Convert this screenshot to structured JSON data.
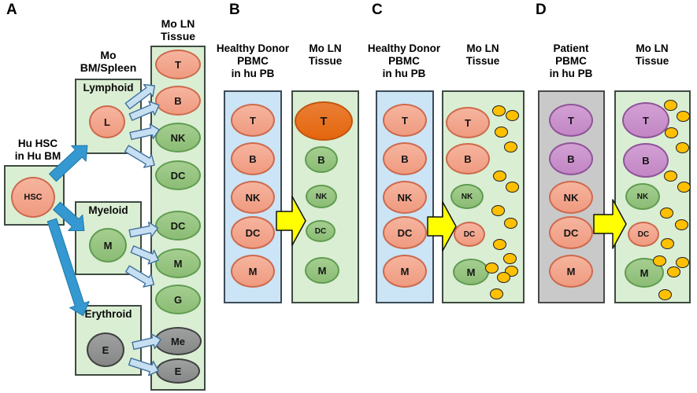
{
  "figure": {
    "panelA": {
      "label": "A",
      "source_caption": [
        "Hu HSC",
        "in Hu BM"
      ],
      "source_cell": "HSC",
      "progenitor_header": [
        "Mo",
        "BM/Spleen"
      ],
      "lymphoid_title": "Lymphoid",
      "lymphoid_cell": "L",
      "myeloid_title": "Myeloid",
      "myeloid_cell": "M",
      "erythroid_title": "Erythroid",
      "erythroid_cell": "E",
      "tissue_header": [
        "Mo LN",
        "Tissue"
      ],
      "tissue_cells": [
        "T",
        "B",
        "NK",
        "DC",
        "DC",
        "M",
        "G",
        "Me",
        "E"
      ]
    },
    "panelB": {
      "label": "B",
      "left_header": [
        "Healthy Donor",
        "PBMC",
        "in hu PB"
      ],
      "right_header": [
        "Mo LN",
        "Tissue"
      ],
      "left_cells": [
        "T",
        "B",
        "NK",
        "DC",
        "M"
      ],
      "right_cells": [
        "T",
        "B",
        "NK",
        "DC",
        "M"
      ]
    },
    "panelC": {
      "label": "C",
      "left_header": [
        "Healthy Donor",
        "PBMC",
        "in hu PB"
      ],
      "right_header": [
        "Mo LN",
        "Tissue"
      ],
      "left_cells": [
        "T",
        "B",
        "NK",
        "DC",
        "M"
      ],
      "right_cells": [
        "T",
        "B",
        "NK",
        "DC",
        "M"
      ]
    },
    "panelD": {
      "label": "D",
      "left_header": [
        "Patient",
        "PBMC",
        "in hu PB"
      ],
      "right_header": [
        "Mo LN",
        "Tissue"
      ],
      "left_cells": [
        "T",
        "B",
        "NK",
        "DC",
        "M"
      ],
      "right_cells": [
        "T",
        "B",
        "NK",
        "DC",
        "M"
      ]
    },
    "colors": {
      "salmon_cell": "#F1A188",
      "green_cell": "#92C07C",
      "gray_cell": "#8F9090",
      "purple_cell": "#C98FCB",
      "orange_cell": "#E8701F",
      "box_green": "#DAEED3",
      "box_blue": "#CBE4F6",
      "box_gray": "#C9C9C9",
      "transfer_arrow": "#FFFF00",
      "cytokine_dot": "#FFC002",
      "differentiation_arrow": "#3598D0",
      "export_arrow": "#C7DFF2"
    }
  }
}
